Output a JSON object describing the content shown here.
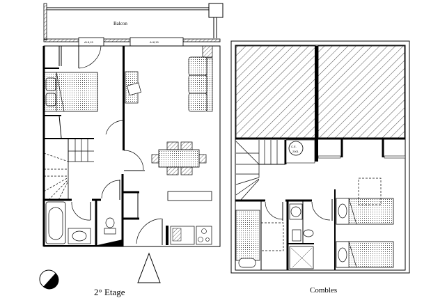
{
  "plans": [
    {
      "id": "floor-2",
      "title": "2° Etage",
      "balcony_label": "Balcon",
      "window_labels": [
        "AI.8,15",
        "AI.8,15"
      ],
      "rooms": [
        "balcony",
        "bedroom",
        "living-room",
        "dining",
        "kitchen",
        "bathroom",
        "wc",
        "stairs",
        "entrance"
      ]
    },
    {
      "id": "attic",
      "title": "Combles",
      "ce_label": "C.E.",
      "ce_sublabel": "2001",
      "rooms": [
        "attic-void-left",
        "attic-void-right",
        "stairs",
        "bedroom-twin",
        "bathroom",
        "wc",
        "shower",
        "sleeping-nook"
      ]
    }
  ],
  "colors": {
    "line": "#000000",
    "background": "#ffffff"
  }
}
